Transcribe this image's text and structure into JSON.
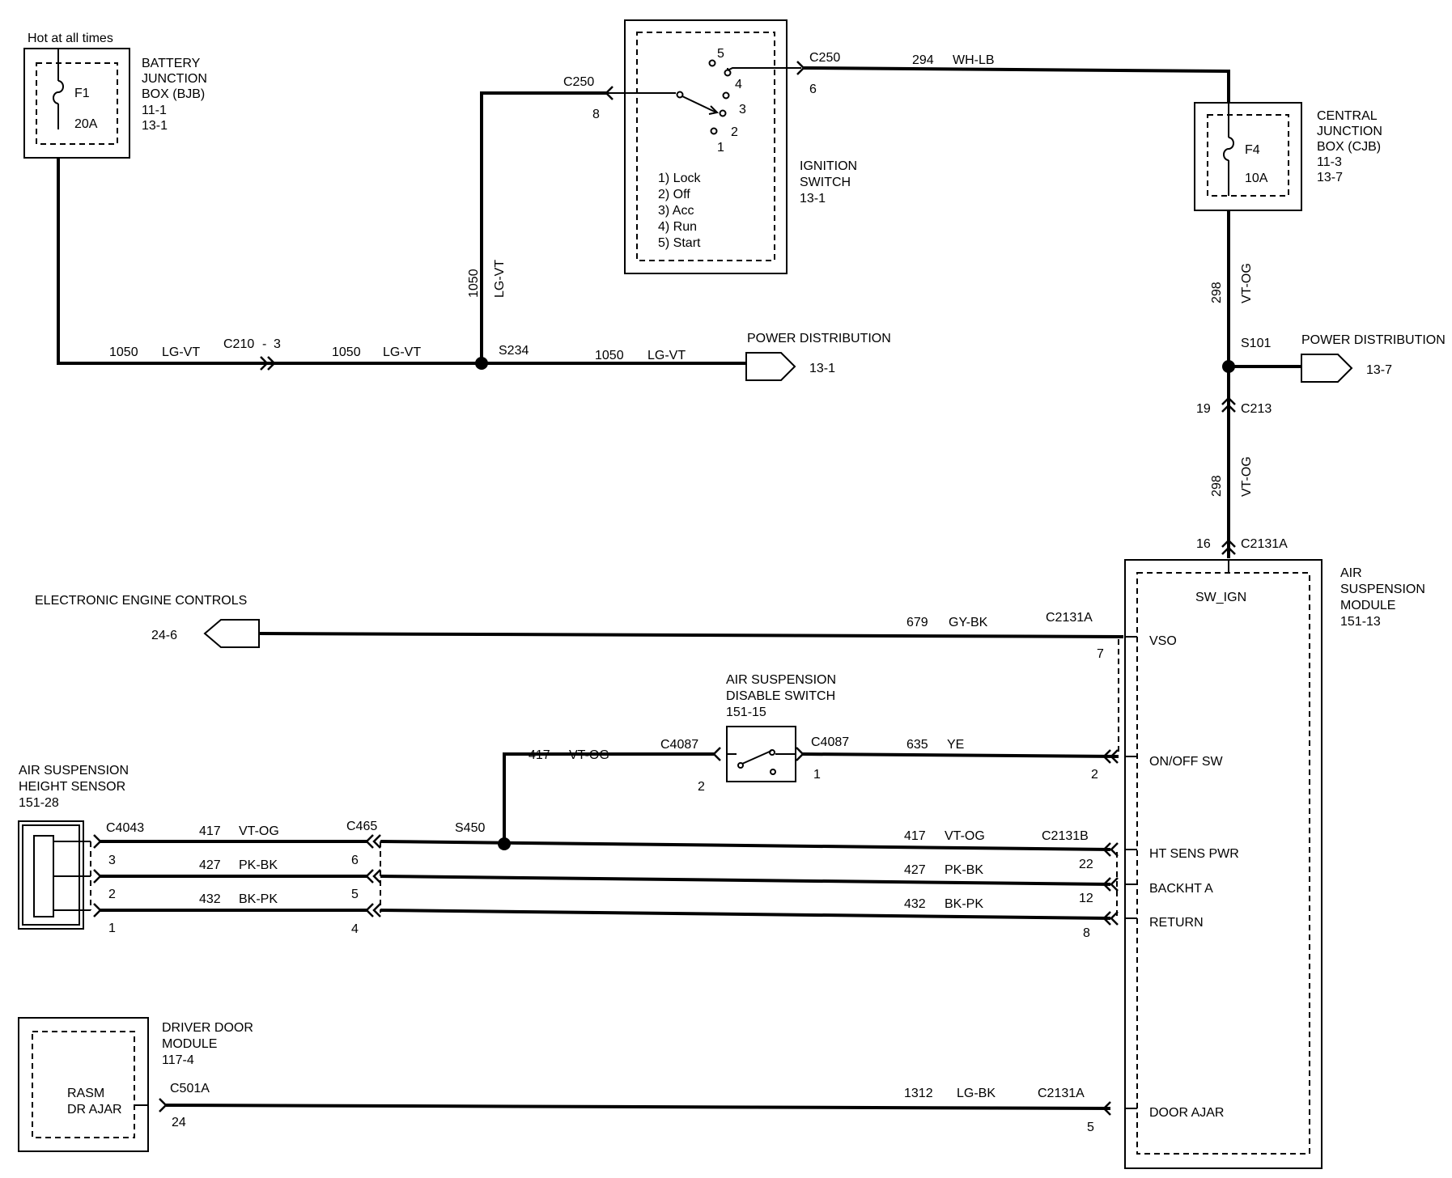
{
  "bjb": {
    "hot_label": "Hot at all times",
    "fuse": "F1",
    "rating": "20A",
    "name_line1": "BATTERY",
    "name_line2": "JUNCTION",
    "name_line3": "BOX (BJB)",
    "ref1": "11-1",
    "ref2": "13-1"
  },
  "ignition": {
    "title1": "IGNITION",
    "title2": "SWITCH",
    "ref": "13-1",
    "pos_num": [
      "5",
      "4",
      "3",
      "2",
      "1"
    ],
    "legend": [
      "1) Lock",
      "2) Off",
      "3) Acc",
      "4) Run",
      "5) Start"
    ],
    "in_connector": "C250",
    "in_pin": "8",
    "out_connector": "C250",
    "out_pin": "6"
  },
  "cjb": {
    "fuse": "F4",
    "rating": "10A",
    "name_line1": "CENTRAL",
    "name_line2": "JUNCTION",
    "name_line3": "BOX (CJB)",
    "ref1": "11-3",
    "ref2": "13-7"
  },
  "wires": {
    "w294_num": "294",
    "w294_color": "WH-LB",
    "w1050_num": "1050",
    "w1050_color": "LG-VT",
    "c210": "C210",
    "c210_dash": "-",
    "c210_pin": "3",
    "w298_num": "298",
    "w298_color": "VT-OG",
    "w679_num": "679",
    "w679_color": "GY-BK",
    "w417_num": "417",
    "w417_color": "VT-OG",
    "w635_num": "635",
    "w635_color": "YE",
    "w427_num": "427",
    "w427_color": "PK-BK",
    "w432_num": "432",
    "w432_color": "BK-PK",
    "w1312_num": "1312",
    "w1312_color": "LG-BK"
  },
  "splices": {
    "s234": "S234",
    "s101": "S101",
    "s450": "S450"
  },
  "power_dist": {
    "label": "POWER DISTRIBUTION",
    "left_ref": "13-1",
    "right_ref": "13-7"
  },
  "connectors": {
    "c213": "C213",
    "c213_pin": "19",
    "c2131a_top": "C2131A",
    "c2131a_top_pin": "16",
    "c2131a_vso": "C2131A",
    "vso_pin": "7",
    "c4087_left": "C4087",
    "c4087_left_pin": "2",
    "c4087_right": "C4087",
    "c4087_right_pin": "1",
    "onoff_pin": "2",
    "c2131b": "C2131B",
    "pin22": "22",
    "pin12": "12",
    "pin8": "8",
    "c4043": "C4043",
    "sensor_pin3": "3",
    "sensor_pin2": "2",
    "sensor_pin1": "1",
    "c465": "C465",
    "c465_pin6": "6",
    "c465_pin5": "5",
    "c465_pin4": "4",
    "c501a": "C501A",
    "c501a_pin": "24",
    "c2131a_door": "C2131A",
    "door_pin": "5"
  },
  "eec": {
    "label": "ELECTRONIC ENGINE CONTROLS",
    "ref": "24-6"
  },
  "asm": {
    "name1": "AIR",
    "name2": "SUSPENSION",
    "name3": "MODULE",
    "ref": "151-13",
    "sw_ign": "SW_IGN",
    "vso": "VSO",
    "onoff": "ON/OFF SW",
    "ht_sens": "HT SENS PWR",
    "backht": "BACKHT A",
    "return": "RETURN",
    "door_ajar": "DOOR AJAR"
  },
  "disable_switch": {
    "title1": "AIR SUSPENSION",
    "title2": "DISABLE SWITCH",
    "ref": "151-15"
  },
  "height_sensor": {
    "title1": "AIR SUSPENSION",
    "title2": "HEIGHT SENSOR",
    "ref": "151-28"
  },
  "ddm": {
    "title1": "DRIVER DOOR",
    "title2": "MODULE",
    "ref": "117-4",
    "inner1": "RASM",
    "inner2": "DR AJAR"
  }
}
